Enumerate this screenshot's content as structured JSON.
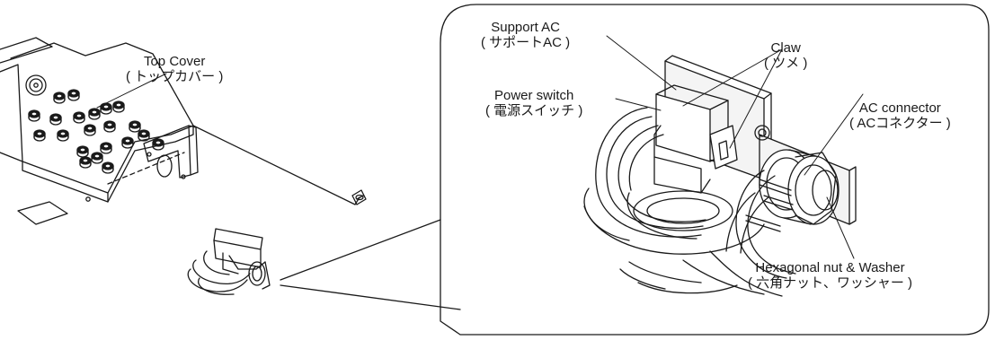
{
  "labels": {
    "top_cover": {
      "en": "Top Cover",
      "jp": "( トップカバー )"
    },
    "support_ac": {
      "en": "Support AC",
      "jp": "( サポートAC )"
    },
    "claw": {
      "en": "Claw",
      "jp": "( ツメ )"
    },
    "power_switch": {
      "en": "Power switch",
      "jp": "( 電源スイッチ )"
    },
    "ac_connector": {
      "en": "AC connector",
      "jp": "( ACコネクター )"
    },
    "hex_nut": {
      "en": "Hexagonal nut & Washer",
      "jp": "( 六角ナット、ワッシャー )"
    }
  },
  "colors": {
    "line": "#1a1a1a",
    "background": "#ffffff",
    "part_fill": "#f2f2f2"
  }
}
